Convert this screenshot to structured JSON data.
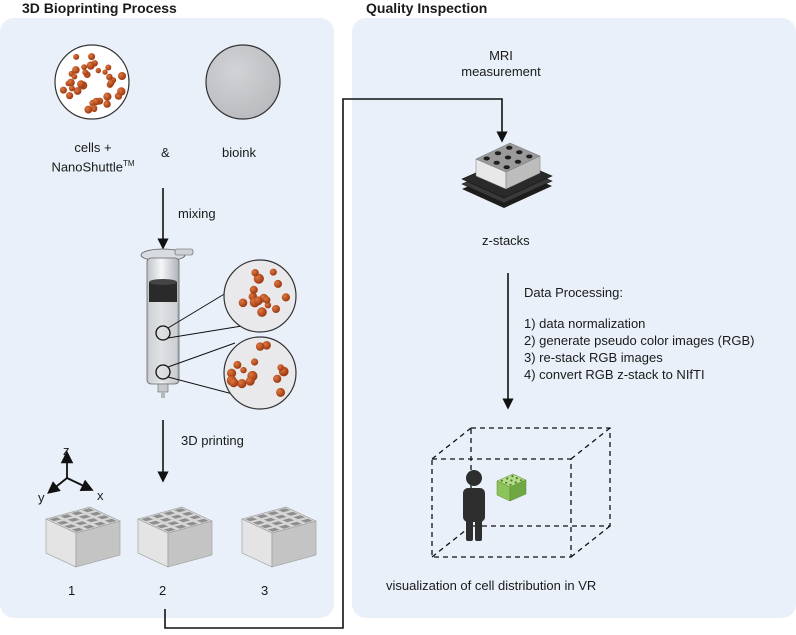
{
  "left_panel": {
    "title": "3D Bioprinting Process",
    "cells_label_line1": "cells +",
    "cells_label_line2": "NanoShuttle",
    "cells_label_sup": "TM",
    "ampersand": "&",
    "bioink_label": "bioink",
    "mixing_label": "mixing",
    "printing_label": "3D printing",
    "axis_z": "z",
    "axis_y": "y",
    "axis_x": "x",
    "constructs": [
      "1",
      "2",
      "3"
    ]
  },
  "right_panel": {
    "title": "Quality Inspection",
    "mri_line1": "MRI",
    "mri_line2": "measurement",
    "zstacks_label": "z-stacks",
    "processing_title": "Data Processing:",
    "processing_steps": [
      "1) data normalization",
      "2) generate pseudo color images (RGB)",
      "3) re-stack RGB images",
      "4) convert RGB z-stack to NIfTI"
    ],
    "vr_label": "visualization of cell distribution in VR"
  },
  "colors": {
    "panel_bg": "#e9f0f9",
    "cell": "#c0501e",
    "bioink": "#c8c9cc",
    "construct": "#d9d9d9",
    "vr_cube": "#8cc35a"
  }
}
